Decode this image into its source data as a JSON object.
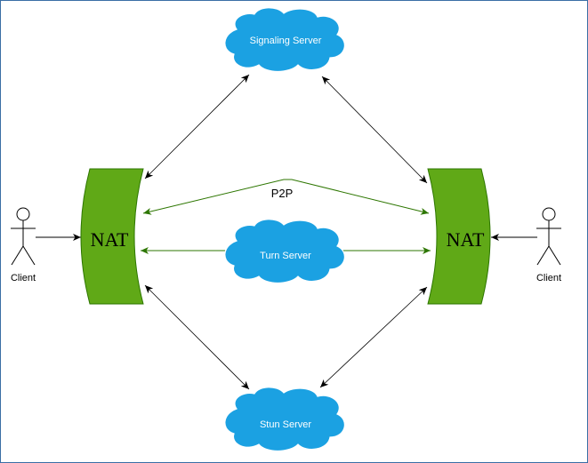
{
  "nodes": {
    "signaling_server": "Signaling Server",
    "turn_server": "Turn Server",
    "stun_server": "Stun Server",
    "nat_left": "NAT",
    "nat_right": "NAT",
    "client_left": "Client",
    "client_right": "Client"
  },
  "edges": {
    "p2p_label": "P2P"
  },
  "colors": {
    "cloud_fill": "#1ba1e2",
    "cloud_stroke": "#ffffff",
    "nat_fill": "#60a917",
    "nat_stroke": "#2d7600",
    "green_arrow": "#2d7600",
    "black_arrow": "#000000"
  }
}
